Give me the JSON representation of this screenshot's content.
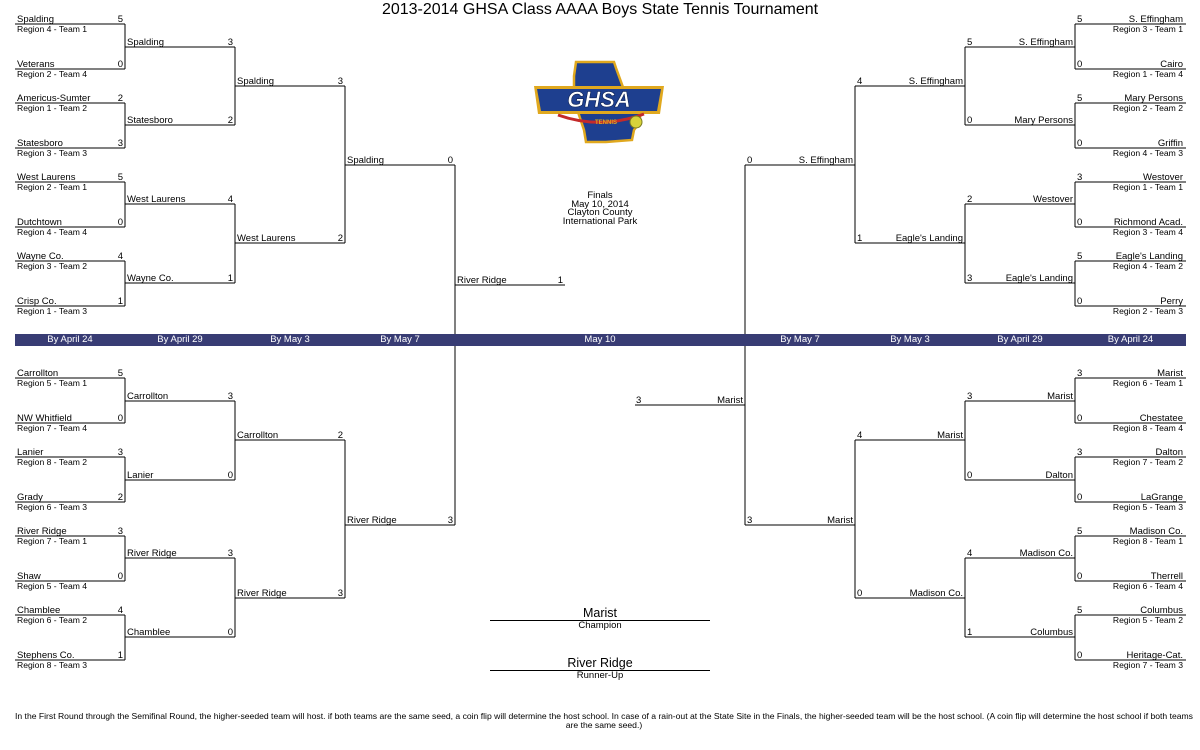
{
  "title": "2013-2014 GHSA Class AAAA Boys State Tennis Tournament",
  "logo": {
    "text": "GHSA",
    "subtext": "TENNIS",
    "colors": {
      "blue": "#1e3f8f",
      "gold": "#e0a81e",
      "red": "#c42a2a"
    }
  },
  "rounds": {
    "colors": {
      "bar": "#383c74",
      "text": "#ffffff"
    },
    "labels": [
      "By April 24",
      "By April 29",
      "By May 3",
      "By May 7",
      "May 10",
      "By May 7",
      "By May 3",
      "By April 29",
      "By April 24"
    ]
  },
  "finals_info": {
    "line1": "Finals",
    "line2": "May 10, 2014",
    "line3": "Clayton County",
    "line4": "International Park"
  },
  "champion": {
    "name": "Marist",
    "caption": "Champion"
  },
  "runner_up": {
    "name": "River Ridge",
    "caption": "Runner-Up"
  },
  "footnote": "In the First Round through the Semifinal Round, the higher-seeded team will host.  if both teams are the same seed, a coin flip will determine the host school.  In case of a rain-out at the State Site in the Finals, the higher-seeded team will be the host school. (A coin flip will determine the host school if both teams are the same seed.)",
  "bracket": {
    "left_top": {
      "r1": [
        {
          "team": "Spalding",
          "score": "5",
          "seed": "Region 4 - Team 1"
        },
        {
          "team": "Veterans",
          "score": "0",
          "seed": "Region 2 - Team 4"
        },
        {
          "team": "Americus-Sumter",
          "score": "2",
          "seed": "Region 1 - Team 2"
        },
        {
          "team": "Statesboro",
          "score": "3",
          "seed": "Region 3 - Team 3"
        },
        {
          "team": "West Laurens",
          "score": "5",
          "seed": "Region 2 - Team 1"
        },
        {
          "team": "Dutchtown",
          "score": "0",
          "seed": "Region 4 - Team 4"
        },
        {
          "team": "Wayne Co.",
          "score": "4",
          "seed": "Region 3 - Team 2"
        },
        {
          "team": "Crisp Co.",
          "score": "1",
          "seed": "Region 1 - Team 3"
        }
      ],
      "r2": [
        {
          "team": "Spalding",
          "score": "3"
        },
        {
          "team": "Statesboro",
          "score": "2"
        },
        {
          "team": "West Laurens",
          "score": "4"
        },
        {
          "team": "Wayne Co.",
          "score": "1"
        }
      ],
      "r3": [
        {
          "team": "Spalding",
          "score": "3"
        },
        {
          "team": "West Laurens",
          "score": "2"
        }
      ],
      "r4": {
        "team": "Spalding",
        "score": "0"
      }
    },
    "left_bottom": {
      "r1": [
        {
          "team": "Carrollton",
          "score": "5",
          "seed": "Region 5 - Team 1"
        },
        {
          "team": "NW Whitfield",
          "score": "0",
          "seed": "Region 7 - Team 4"
        },
        {
          "team": "Lanier",
          "score": "3",
          "seed": "Region 8 - Team 2"
        },
        {
          "team": "Grady",
          "score": "2",
          "seed": "Region 6 - Team 3"
        },
        {
          "team": "River Ridge",
          "score": "3",
          "seed": "Region 7 - Team 1"
        },
        {
          "team": "Shaw",
          "score": "0",
          "seed": "Region 5 - Team 4"
        },
        {
          "team": "Chamblee",
          "score": "4",
          "seed": "Region 6 - Team 2"
        },
        {
          "team": "Stephens Co.",
          "score": "1",
          "seed": "Region 8 - Team 3"
        }
      ],
      "r2": [
        {
          "team": "Carrollton",
          "score": "3"
        },
        {
          "team": "Lanier",
          "score": "0"
        },
        {
          "team": "River Ridge",
          "score": "3"
        },
        {
          "team": "Chamblee",
          "score": "0"
        }
      ],
      "r3": [
        {
          "team": "Carrollton",
          "score": "2"
        },
        {
          "team": "River Ridge",
          "score": "3"
        }
      ],
      "r4": {
        "team": "River Ridge",
        "score": "3"
      }
    },
    "left_final": {
      "team": "River Ridge",
      "score": "1"
    },
    "right_top": {
      "r1": [
        {
          "team": "S. Effingham",
          "score": "5",
          "seed": "Region 3 - Team 1"
        },
        {
          "team": "Cairo",
          "score": "0",
          "seed": "Region 1 - Team 4"
        },
        {
          "team": "Mary Persons",
          "score": "5",
          "seed": "Region 2 - Team 2"
        },
        {
          "team": "Griffin",
          "score": "0",
          "seed": "Region 4 - Team 3"
        },
        {
          "team": "Westover",
          "score": "3",
          "seed": "Region 1 - Team 1"
        },
        {
          "team": "Richmond Acad.",
          "score": "0",
          "seed": "Region 3 - Team 4"
        },
        {
          "team": "Eagle's Landing",
          "score": "5",
          "seed": "Region 4 - Team 2"
        },
        {
          "team": "Perry",
          "score": "0",
          "seed": "Region 2 - Team 3"
        }
      ],
      "r2": [
        {
          "team": "S. Effingham",
          "score": "5"
        },
        {
          "team": "Mary Persons",
          "score": "0"
        },
        {
          "team": "Westover",
          "score": "2"
        },
        {
          "team": "Eagle's Landing",
          "score": "3"
        }
      ],
      "r3": [
        {
          "team": "S. Effingham",
          "score": "4"
        },
        {
          "team": "Eagle's Landing",
          "score": "1"
        }
      ],
      "r4": {
        "team": "S. Effingham",
        "score": "0"
      }
    },
    "right_bottom": {
      "r1": [
        {
          "team": "Marist",
          "score": "3",
          "seed": "Region 6 - Team 1"
        },
        {
          "team": "Chestatee",
          "score": "0",
          "seed": "Region 8 - Team 4"
        },
        {
          "team": "Dalton",
          "score": "3",
          "seed": "Region 7 - Team 2"
        },
        {
          "team": "LaGrange",
          "score": "0",
          "seed": "Region 5 - Team 3"
        },
        {
          "team": "Madison Co.",
          "score": "5",
          "seed": "Region 8 - Team 1"
        },
        {
          "team": "Therrell",
          "score": "0",
          "seed": "Region 6 - Team 4"
        },
        {
          "team": "Columbus",
          "score": "5",
          "seed": "Region 5 - Team 2"
        },
        {
          "team": "Heritage-Cat.",
          "score": "0",
          "seed": "Region 7 - Team 3"
        }
      ],
      "r2": [
        {
          "team": "Marist",
          "score": "3"
        },
        {
          "team": "Dalton",
          "score": "0"
        },
        {
          "team": "Madison Co.",
          "score": "4"
        },
        {
          "team": "Columbus",
          "score": "1"
        }
      ],
      "r3": [
        {
          "team": "Marist",
          "score": "4"
        },
        {
          "team": "Madison Co.",
          "score": "0"
        }
      ],
      "r4": {
        "team": "Marist",
        "score": "3"
      }
    },
    "right_final": {
      "team": "Marist",
      "score": "3"
    }
  }
}
